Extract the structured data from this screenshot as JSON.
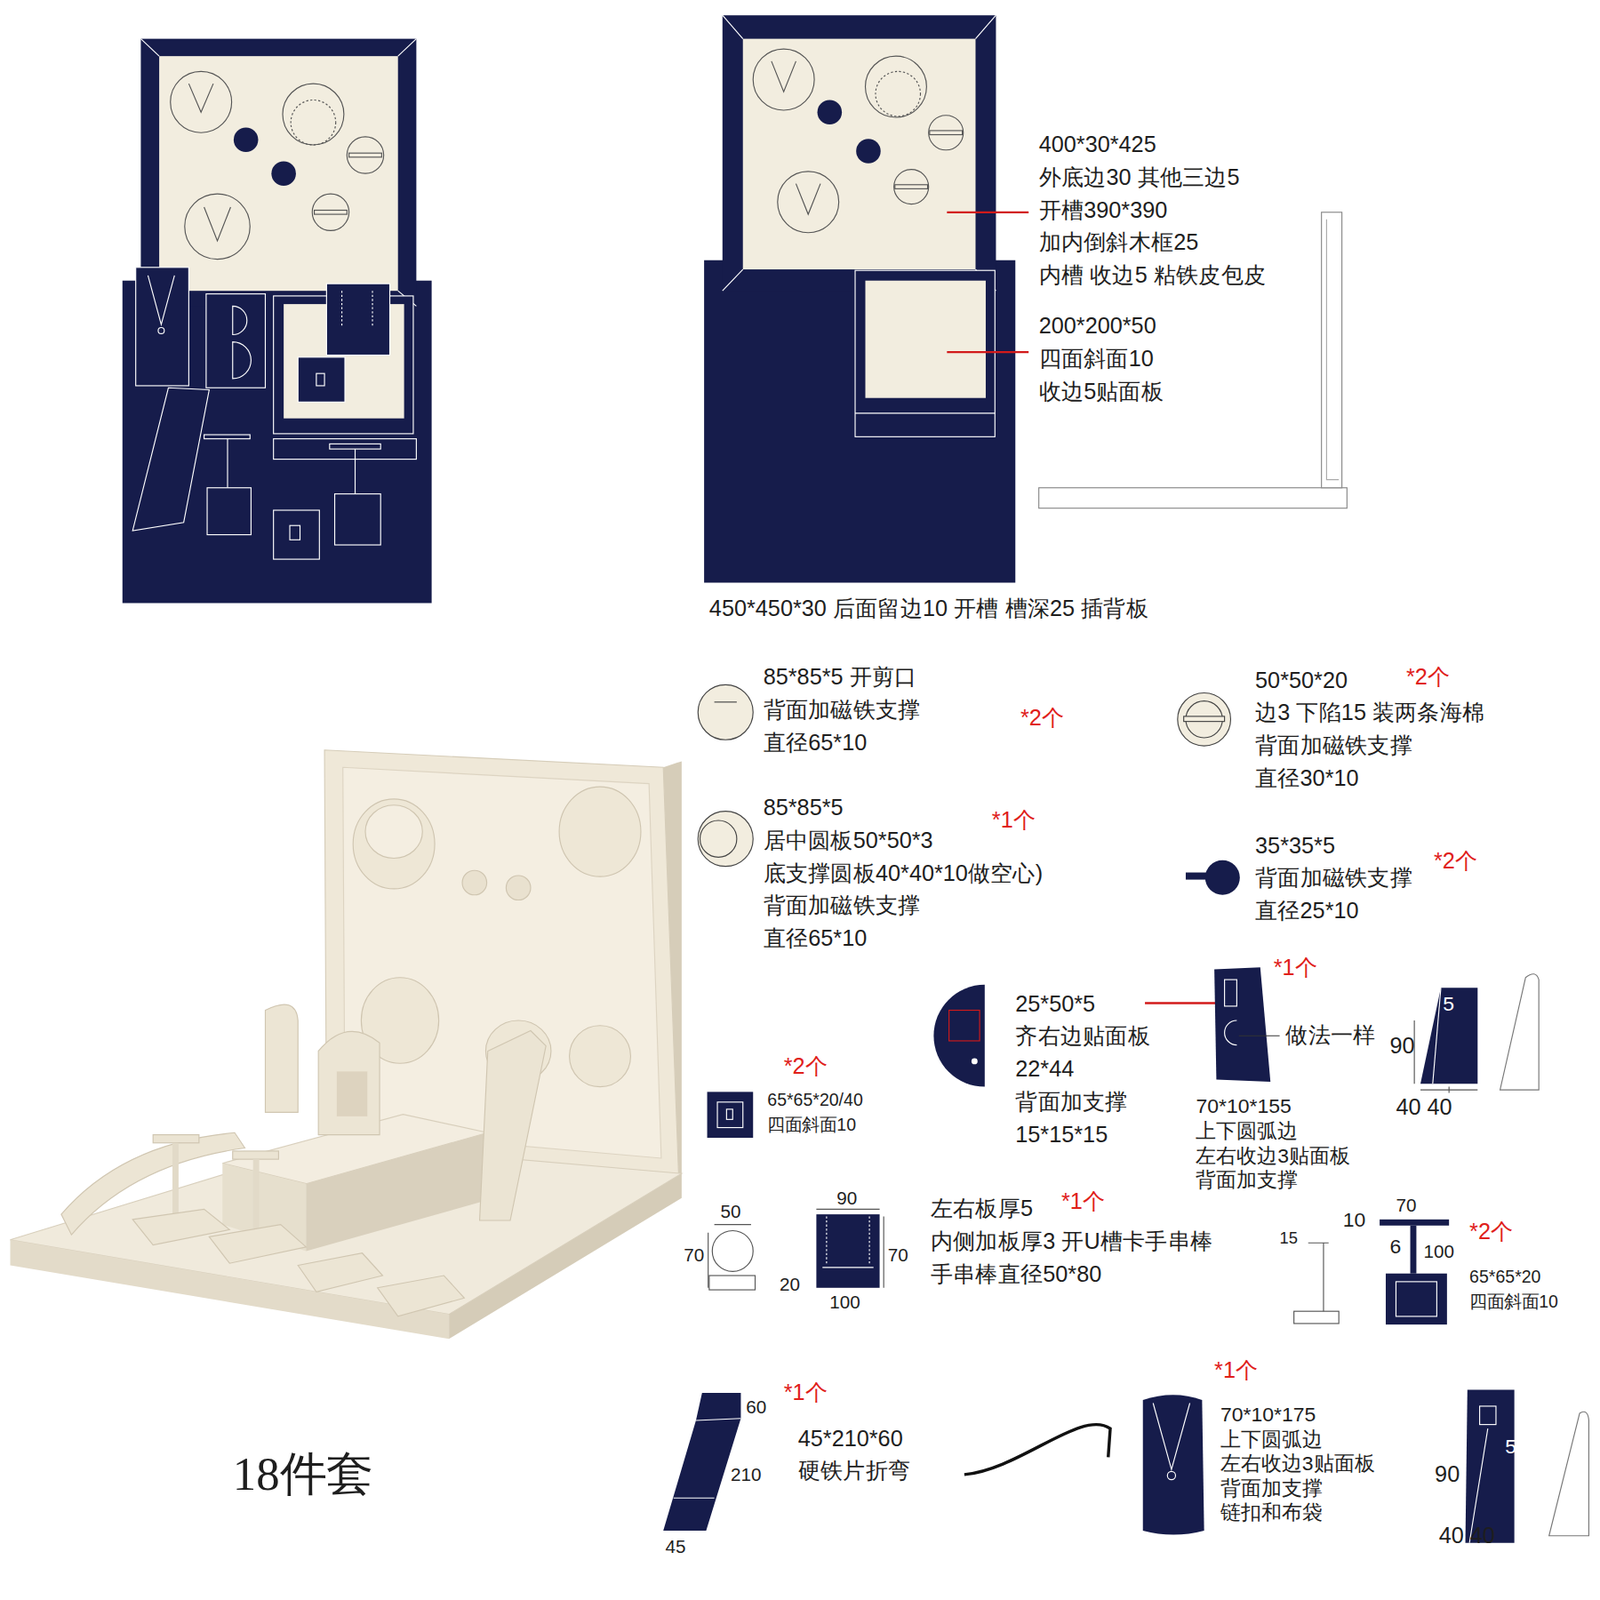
{
  "diagram": {
    "labels": [
      "400*30*425",
      "外底边30 其他三边5",
      "开槽390*390",
      "加内倒斜木框25",
      "内槽 收边5 粘铁皮包皮",
      "200*200*50",
      "四面斜面10",
      "收边5贴面板",
      "450*450*30 后面留边10 开槽 槽深25 插背板",
      "85*85*5 开剪口",
      "背面加磁铁支撑",
      "直径65*10",
      "*2个",
      "50*50*20",
      "*2个",
      "边3 下陷15 装两条海棉",
      "背面加磁铁支撑",
      "直径30*10",
      "85*85*5",
      "*1个",
      "居中圆板50*50*3",
      "底支撑圆板40*40*10做空心)",
      "背面加磁铁支撑",
      "直径65*10",
      "35*35*5",
      "背面加磁铁支撑",
      "*2个",
      "直径25*10",
      "*1个",
      "25*50*5",
      "齐右边贴面板",
      "22*44",
      "背面加支撑",
      "15*15*15",
      "做法一样",
      "5",
      "90",
      "40 40",
      "70*10*155",
      "上下圆弧边",
      "左右收边3贴面板",
      "背面加支撑",
      "*2个",
      "65*65*20/40",
      "四面斜面10",
      "50",
      "70",
      "90",
      "70",
      "20",
      "100",
      "左右板厚5",
      "*1个",
      "内侧加板厚3 开U槽卡手串棒",
      "手串棒直径50*80",
      "10",
      "70",
      "6",
      "100",
      "15",
      "*2个",
      "65*65*20",
      "四面斜面10",
      "*1个",
      "60",
      "210",
      "45",
      "45*210*60",
      "硬铁片折弯",
      "*1个",
      "70*10*175",
      "上下圆弧边",
      "左右收边3贴面板",
      "背面加支撑",
      "链扣和布袋",
      "5",
      "90",
      "40 40",
      "18件套"
    ]
  }
}
